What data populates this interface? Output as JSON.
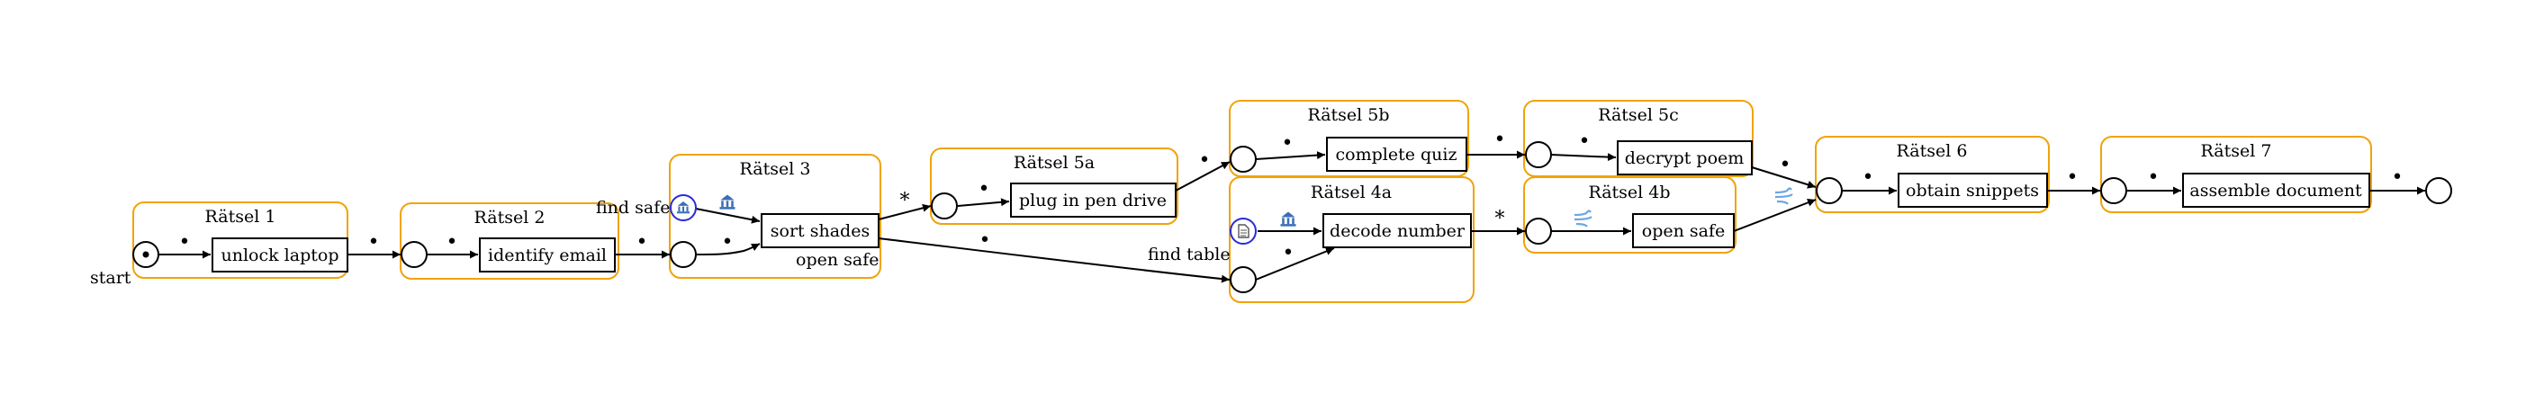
{
  "clusters": {
    "r1": "Rätsel 1",
    "r2": "Rätsel 2",
    "r3": "Rätsel 3",
    "r5a": "Rätsel 5a",
    "r5b": "Rätsel 5b",
    "r4a": "Rätsel 4a",
    "r5c": "Rätsel 5c",
    "r4b": "Rätsel 4b",
    "r6": "Rätsel 6",
    "r7": "Rätsel 7"
  },
  "tasks": {
    "unlock_laptop": "unlock laptop",
    "identify_email": "identify email",
    "sort_shades": "sort shades",
    "plug_in_pen_drive": "plug in pen drive",
    "complete_quiz": "complete quiz",
    "decode_number": "decode number",
    "decrypt_poem": "decrypt poem",
    "open_safe": "open safe",
    "obtain_snippets": "obtain snippets",
    "assemble_document": "assemble document"
  },
  "labels": {
    "start": "start",
    "find_safe": "find safe",
    "open_safe_out": "open safe",
    "find_table": "find table"
  },
  "marks": {
    "dot": "•",
    "star": "*"
  },
  "icons": {
    "bank": "bank-icon",
    "document": "document-icon",
    "wind": "wind-icon"
  }
}
